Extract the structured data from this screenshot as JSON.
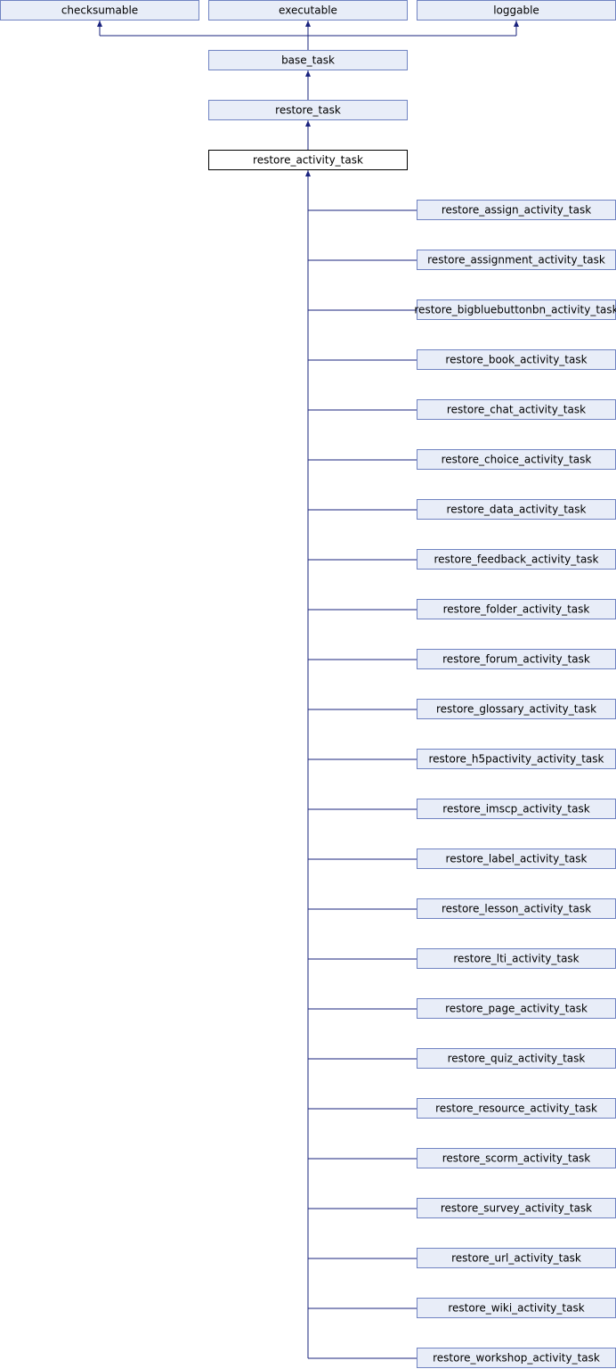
{
  "interfaces": [
    "checksumable",
    "executable",
    "loggable"
  ],
  "chain": [
    "base_task",
    "restore_task"
  ],
  "current_class": "restore_activity_task",
  "subclasses": [
    "restore_assign_activity_task",
    "restore_assignment_activity_task",
    "restore_bigbluebuttonbn_activity_task",
    "restore_book_activity_task",
    "restore_chat_activity_task",
    "restore_choice_activity_task",
    "restore_data_activity_task",
    "restore_feedback_activity_task",
    "restore_folder_activity_task",
    "restore_forum_activity_task",
    "restore_glossary_activity_task",
    "restore_h5pactivity_activity_task",
    "restore_imscp_activity_task",
    "restore_label_activity_task",
    "restore_lesson_activity_task",
    "restore_lti_activity_task",
    "restore_page_activity_task",
    "restore_quiz_activity_task",
    "restore_resource_activity_task",
    "restore_scorm_activity_task",
    "restore_survey_activity_task",
    "restore_url_activity_task",
    "restore_wiki_activity_task",
    "restore_workshop_activity_task"
  ],
  "colors": {
    "node_fill": "#e8edf8",
    "node_border": "#7083c2",
    "edge": "#1a237e",
    "current_fill": "#ffffff",
    "current_border": "#000000"
  }
}
